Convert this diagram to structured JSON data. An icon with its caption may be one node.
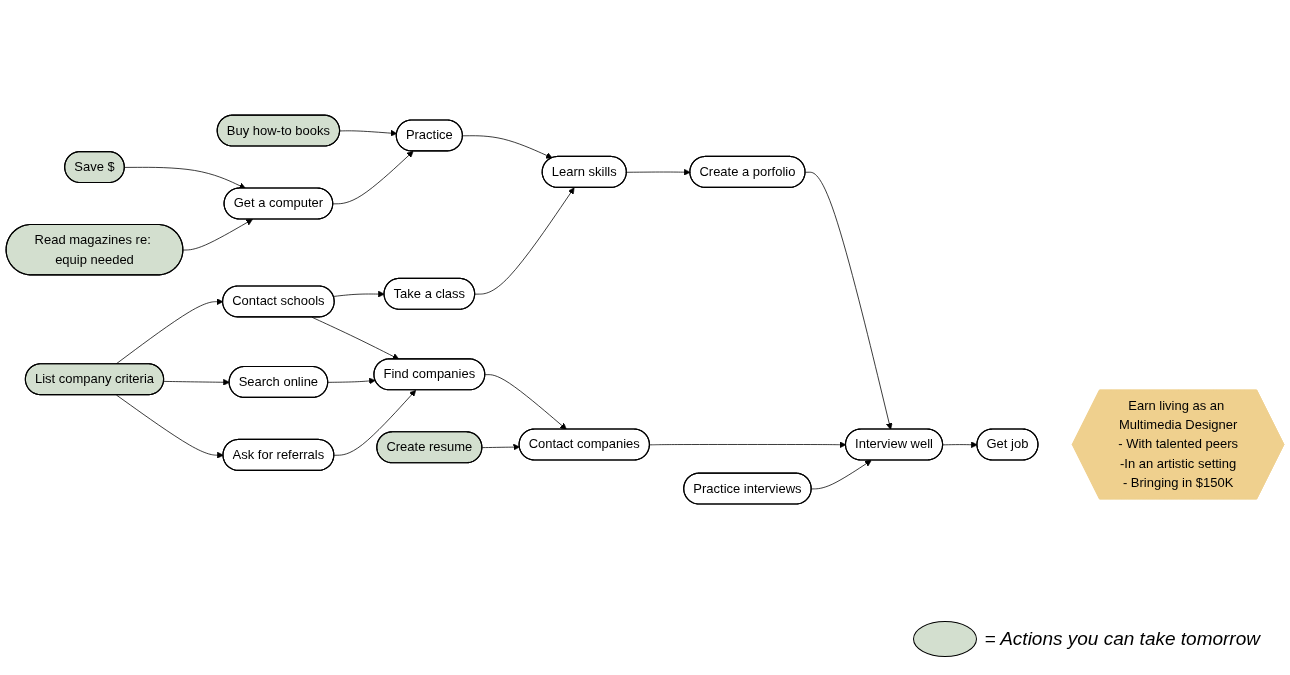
{
  "diagram": {
    "nodes": [
      {
        "text": [
          "Buy how-to books"
        ]
      },
      {
        "text": [
          "Save $"
        ]
      },
      {
        "text": [
          "Practice"
        ]
      },
      {
        "text": [
          "Get a computer"
        ]
      },
      {
        "text": [
          "Read magazines re: equip needed"
        ]
      },
      {
        "text": [
          "Learn skills"
        ]
      },
      {
        "text": [
          "Create a porfolio"
        ]
      },
      {
        "text": [
          "Take a class"
        ]
      },
      {
        "text": [
          "Interview well"
        ]
      },
      {
        "text": [
          "Get job"
        ]
      },
      {
        "text": [
          "Earn living as an Multimedia Designer",
          "- With talented peers",
          "-In an artistic setting",
          "- Bringing in $150K"
        ]
      },
      {
        "text": [
          "Contact companies"
        ]
      },
      {
        "text": [
          "Contact schools"
        ]
      },
      {
        "text": [
          "Practice interviews"
        ]
      },
      {
        "text": [
          "Find companies"
        ]
      },
      {
        "text": [
          "Search online"
        ]
      },
      {
        "text": [
          "List company criteria"
        ]
      },
      {
        "text": [
          "Create resume"
        ]
      },
      {
        "text": [
          "Ask for referrals"
        ]
      }
    ],
    "edges": [
      {
        "from": 0,
        "to": 2,
        "arrow": "to"
      },
      {
        "from": 1,
        "to": 3,
        "arrow": "to"
      },
      {
        "from": 3,
        "to": 2,
        "arrow": "to"
      },
      {
        "from": 4,
        "to": 3,
        "arrow": "to"
      },
      {
        "from": 2,
        "to": 5,
        "arrow": "to"
      },
      {
        "from": 7,
        "to": 5,
        "arrow": "to"
      },
      {
        "from": 5,
        "to": 6,
        "arrow": "to"
      },
      {
        "from": 6,
        "to": 8,
        "arrow": "to"
      },
      {
        "from": 11,
        "to": 8,
        "arrow": "to"
      },
      {
        "from": 13,
        "to": 8,
        "arrow": "to"
      },
      {
        "from": 8,
        "to": 9,
        "arrow": "to"
      },
      {
        "from": 12,
        "to": 7,
        "arrow": "to"
      },
      {
        "from": 12,
        "to": 14,
        "arrow": "to"
      },
      {
        "from": 15,
        "to": 14,
        "arrow": "to"
      },
      {
        "from": 18,
        "to": 14,
        "arrow": "to"
      },
      {
        "from": 14,
        "to": 11,
        "arrow": "to"
      },
      {
        "from": 17,
        "to": 11,
        "arrow": "to"
      },
      {
        "from": 16,
        "to": 12,
        "arrow": "to"
      },
      {
        "from": 16,
        "to": 15,
        "arrow": "to"
      },
      {
        "from": 16,
        "to": 18,
        "arrow": "to"
      }
    ],
    "legend": [
      {
        "text": "= Actions you can take tomorrow",
        "color": "#d3dfcf"
      }
    ]
  }
}
